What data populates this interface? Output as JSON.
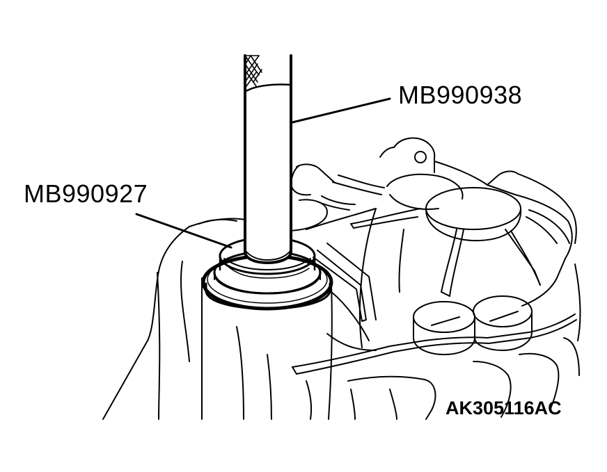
{
  "callouts": {
    "tool_938": "MB990938",
    "tool_927": "MB990927"
  },
  "figure_id": "AK305116AC",
  "colors": {
    "line": "#000000",
    "background": "#ffffff"
  }
}
